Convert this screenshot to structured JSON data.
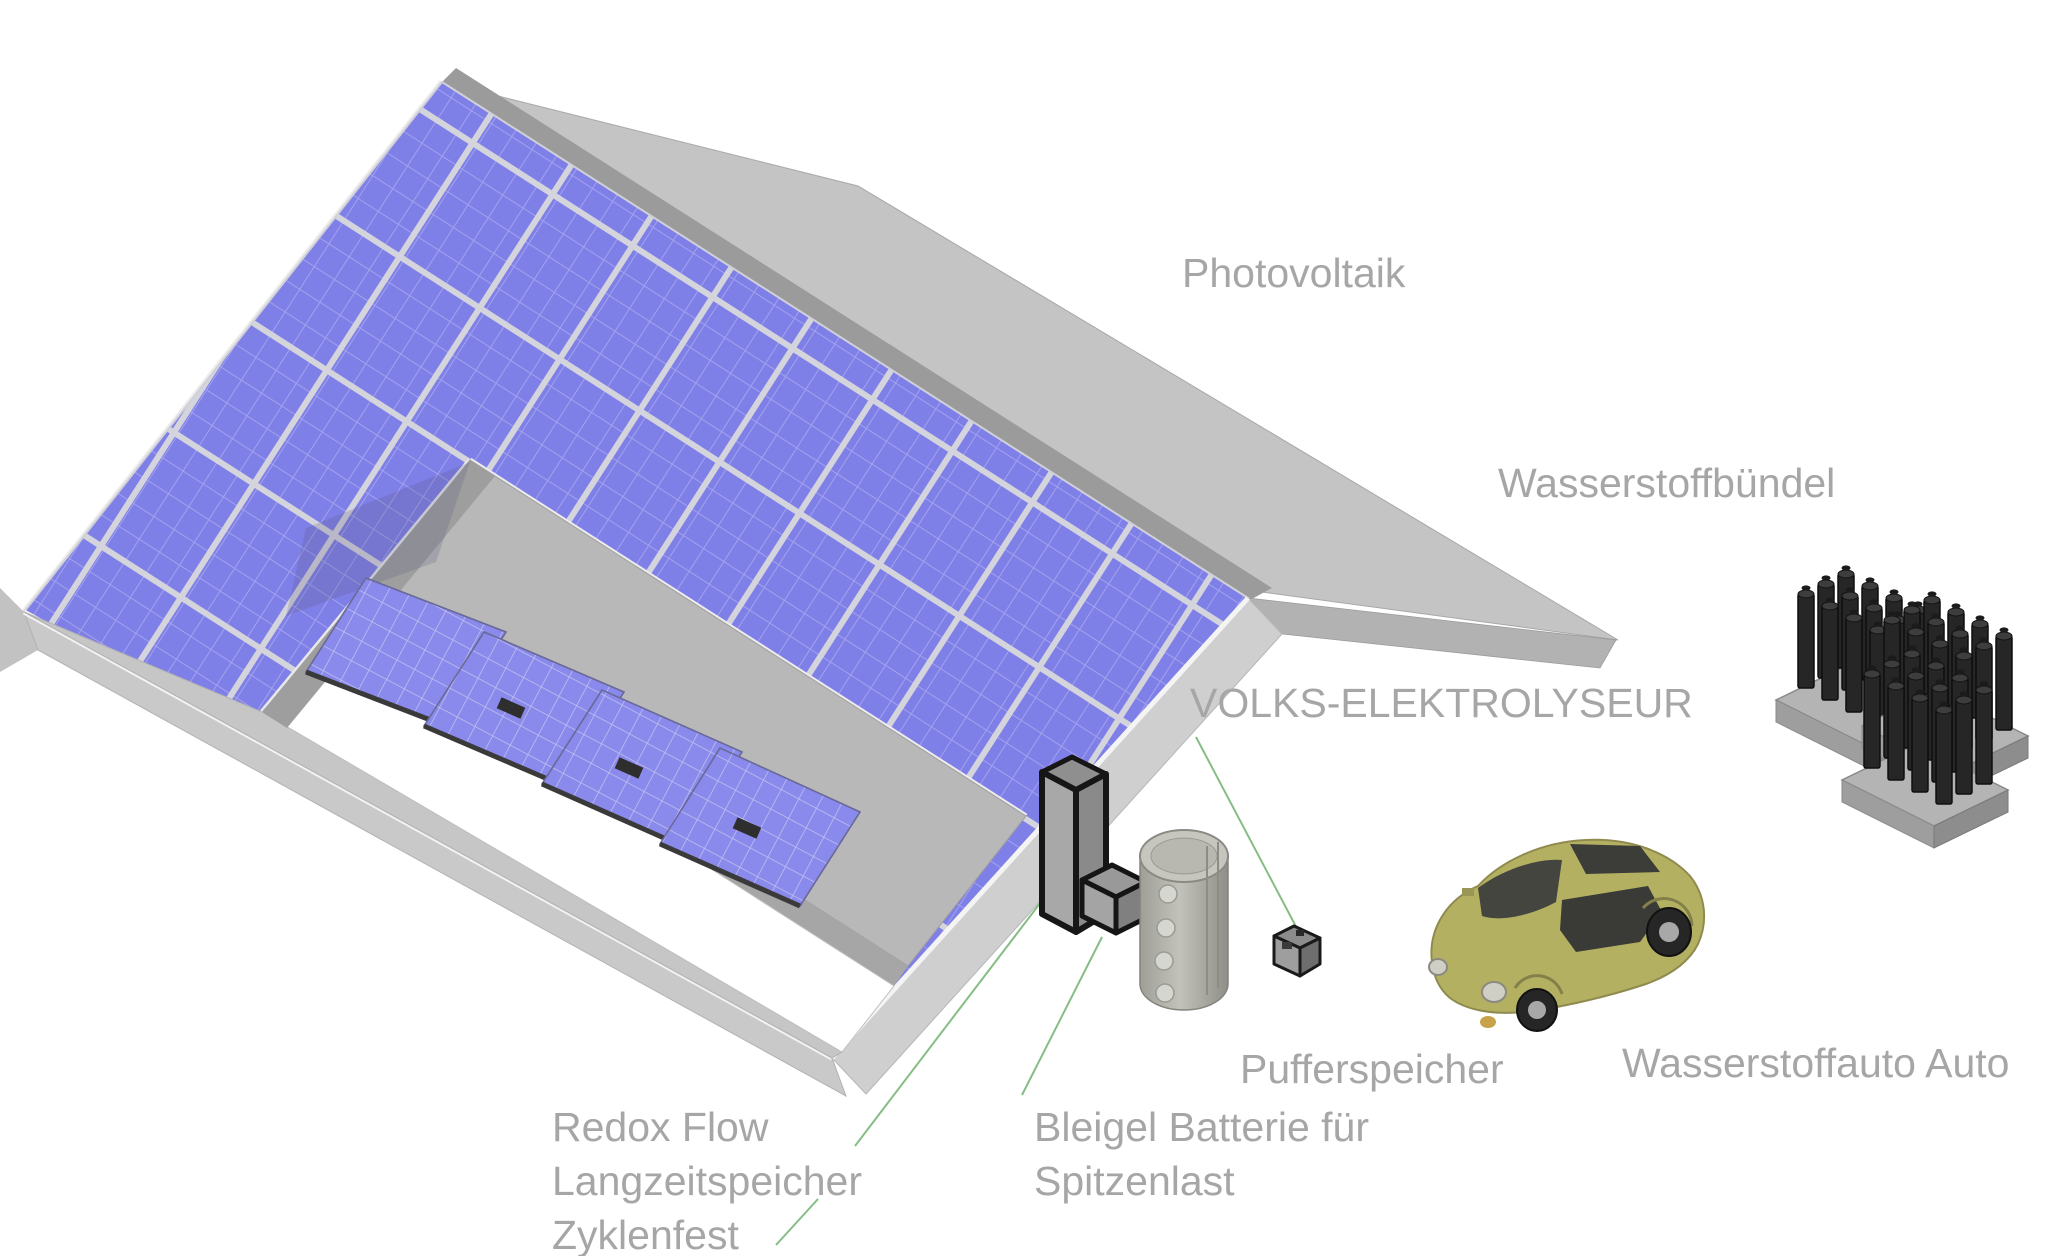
{
  "scene": {
    "labels": {
      "photovoltaik": "Photovoltaik",
      "wasserstoffbuendel": "Wasserstoffbündel",
      "volks_elektrolyseur": "VOLKS-ELEKTROLYSEUR",
      "pufferspeicher": "Pufferspeicher",
      "wasserstoffauto": "Wasserstoffauto Auto",
      "redox_flow": [
        "Redox Flow",
        "Langzeitspeicher",
        "Zyklenfest"
      ],
      "bleigel": [
        "Bleigel Batterie für",
        "Spitzenlast"
      ]
    },
    "colors": {
      "background": "#ffffff",
      "label_text": "#a6a6a6",
      "leader_line": "#85bd85",
      "panel_blue": "#7f7fe8",
      "panel_cell_line": "#a2a2ee",
      "module_frame": "#d4d4dc",
      "roof_gray": "#c4c4c4",
      "roof_shadow_gray": "#9b9b9b",
      "equipment_dark": "#262626",
      "tank_gray": "#b0b0a8",
      "car_olive": "#b4b062"
    }
  }
}
